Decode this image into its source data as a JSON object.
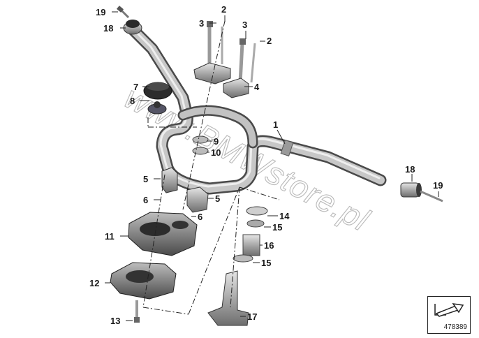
{
  "diagram": {
    "watermark": "www.BMWstore.pl",
    "reference_number": "478389",
    "callouts": [
      "19",
      "18",
      "3",
      "2",
      "3",
      "2",
      "4",
      "7",
      "8",
      "1",
      "9",
      "10",
      "5",
      "6",
      "5",
      "6",
      "11",
      "14",
      "15",
      "16",
      "15",
      "12",
      "13",
      "17",
      "18",
      "19"
    ]
  }
}
